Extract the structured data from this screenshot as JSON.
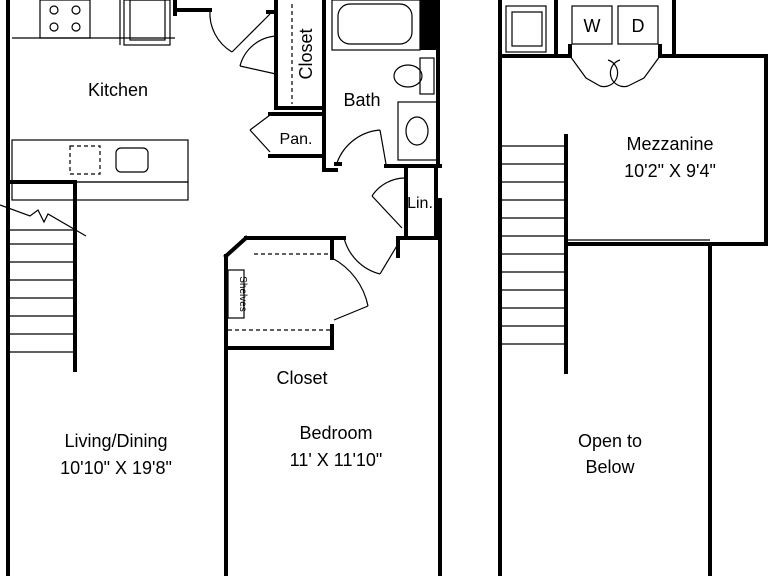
{
  "rooms": {
    "kitchen": "Kitchen",
    "bath": "Bath",
    "closet_top": "Closet",
    "pantry": "Pan.",
    "linen": "Lin.",
    "shelves": "Shelves",
    "closet_bedroom": "Closet",
    "living_name": "Living/Dining",
    "living_dims": "10'10\" X 19'8\"",
    "bedroom_name": "Bedroom",
    "bedroom_dims": "11' X 11'10\"",
    "mezzanine_name": "Mezzanine",
    "mezzanine_dims": "10'2\" X 9'4\"",
    "open_line1": "Open to",
    "open_line2": "Below",
    "washer": "W",
    "dryer": "D"
  }
}
